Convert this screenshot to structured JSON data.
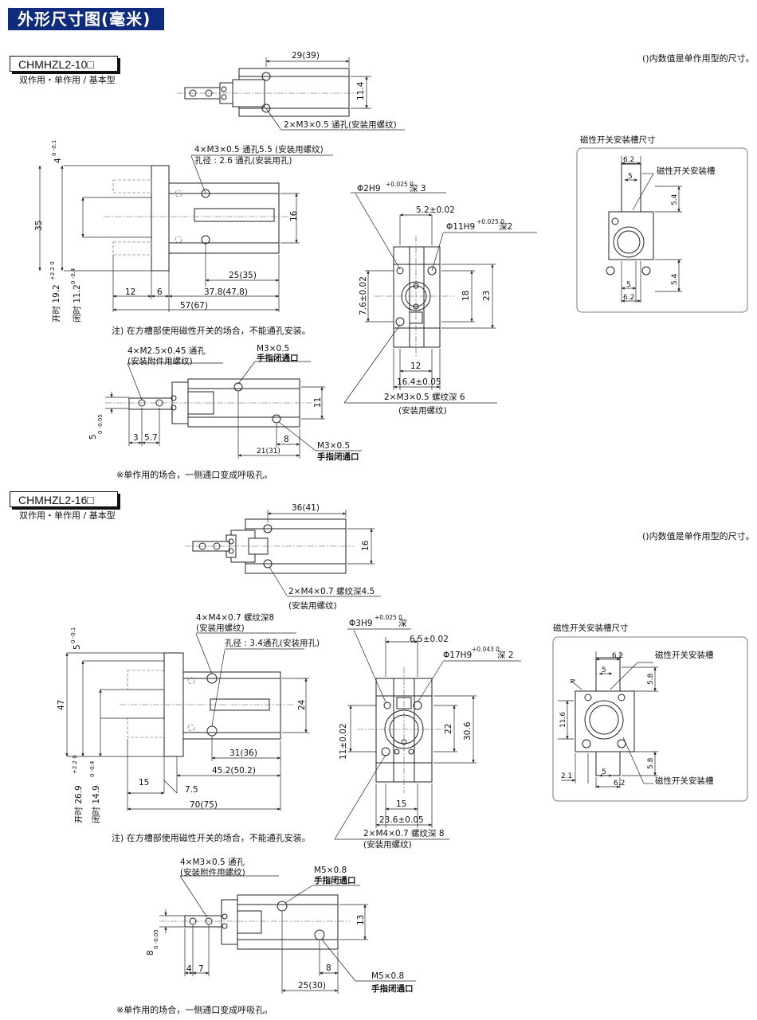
{
  "title": "外形尺寸图(毫米)",
  "note_single_acting": "()内数值是单作用型的尺寸。",
  "section1": {
    "model": "CHMHZL2-10□",
    "subtitle": "双作用・单作用 / 基本型",
    "top_view": {
      "dim_length": "29(39)",
      "dim_height": "11.4",
      "label_hole": "2×M3×0.5 通孔(安装用螺纹)"
    },
    "side_view": {
      "label_thread_line1": "4×M3×0.5 通孔5.5 (安装用螺纹)",
      "label_thread_line2": "孔径 : 2.6 通孔(安装用孔)",
      "dim_left_top": "4 -0.1",
      "dim_left_top_main": "4",
      "dim_left_top_tol": "0 -0.1",
      "dim_35": "35",
      "dim_16": "16",
      "dim_open": "开时 19.2",
      "dim_open_tol": "+2.2 0",
      "dim_closed": "闭时 11.2",
      "dim_closed_tol": "0 -0.4",
      "dim_25": "25(35)",
      "dim_12": "12",
      "dim_6": "6",
      "dim_378": "37.8(47.8)",
      "dim_57": "57(67)"
    },
    "note_magnet": "注) 在方槽部使用磁性开关的场合，不能通孔安装。",
    "end_view": {
      "label_pin": "Φ2H9",
      "label_pin_tol": "+0.025 0",
      "label_pin_depth": "深 3",
      "dim_52": "5.2±0.02",
      "label_bore": "Φ11H9",
      "label_bore_tol": "+0.025 0",
      "label_bore_depth": "深2",
      "dim_76": "7.6±0.02",
      "dim_18": "18",
      "dim_23": "23",
      "dim_12": "12",
      "dim_164": "16.4±0.05",
      "label_thread": "2×M3×0.5 螺纹深 6",
      "label_thread2": "(安装用螺纹)"
    },
    "groove": {
      "title": "磁性开关安装槽尺寸",
      "label": "磁性开关安装槽",
      "dim_62_top": "6.2",
      "dim_5_top": "5",
      "dim_54_top": "5.4",
      "dim_5_bot": "5",
      "dim_62_bot": "6.2",
      "dim_54_bot": "5.4"
    },
    "bottom_view": {
      "label_thread_line1": "4×M2.5×0.45 通孔",
      "label_thread_line2": "(安装附件用螺纹)",
      "label_port_top_line1": "M3×0.5",
      "label_port_top_line2": "手指闭通口",
      "dim_11": "11",
      "dim_5": "5",
      "dim_5_tol": "0 -0.05",
      "dim_3": "3",
      "dim_57": "5.7",
      "dim_8": "8",
      "dim_21": "21(31)",
      "label_port_bot_line1": "M3×0.5",
      "label_port_bot_line2": "手指闭通口"
    },
    "note_breather": "※单作用的场合，一侧通口变成呼吸孔。"
  },
  "section2": {
    "model": "CHMHZL2-16□",
    "subtitle": "双作用・单作用 / 基本型",
    "top_view": {
      "dim_length": "36(41)",
      "dim_height": "16",
      "label_hole_line1": "2×M4×0.7 螺纹深4.5",
      "label_hole_line2": "(安装用螺纹)"
    },
    "side_view": {
      "label_thread_line1": "4×M4×0.7 螺纹深8",
      "label_thread_line2": "(安装用螺纹)",
      "label_thread_line3": "孔径 : 3.4通孔(安装用孔)",
      "dim_left_top_main": "5",
      "dim_left_top_tol": "0 -0.1",
      "dim_47": "47",
      "dim_24": "24",
      "dim_open": "开时 26.9",
      "dim_open_tol": "+2.2 0",
      "dim_closed": "闭时 14.9",
      "dim_closed_tol": "0 -0.4",
      "dim_31": "31(36)",
      "dim_452": "45.2(50.2)",
      "dim_15": "15",
      "dim_75": "7.5",
      "dim_70": "70(75)"
    },
    "note_magnet": "注) 在方槽部使用磁性开关的场合，不能通孔安装。",
    "end_view": {
      "label_pin": "Φ3H9",
      "label_pin_tol": "+0.025 0",
      "label_pin_depth": "深",
      "dim_65": "6.5±0.02",
      "label_bore": "Φ17H9",
      "label_bore_tol": "+0.043 0",
      "label_bore_depth": "深 2",
      "dim_11": "11±0.02",
      "dim_22": "22",
      "dim_306": "30.6",
      "dim_15": "15",
      "dim_236": "23.6±0.05",
      "label_thread": "2×M4×0.7  螺纹深 8",
      "label_thread2": "(安装用螺纹)"
    },
    "groove": {
      "title": "磁性开关安装槽尺寸",
      "label_top": "磁性开关安装槽",
      "label_bot": "磁性开关安装槽",
      "dim_62_top": "6.2",
      "dim_5_top": "5",
      "dim_58_top": "5.8",
      "dim_4": "4",
      "dim_116": "11.6",
      "dim_58_bot": "5.8",
      "dim_21": "2.1",
      "dim_5_bot": "5",
      "dim_62_bot": "6.2"
    },
    "bottom_view": {
      "label_thread_line1": "4×M3×0.5 通孔",
      "label_thread_line2": "(安装附件用螺纹)",
      "label_port_top_line1": "M5×0.8",
      "label_port_top_line2": "手指闭通口",
      "dim_13": "13",
      "dim_8": "8",
      "dim_8_tol": "0 -0.05",
      "dim_4": "4",
      "dim_7": "7",
      "dim_8b": "8",
      "dim_25": "25(30)",
      "label_port_bot_line1": "M5×0.8",
      "label_port_bot_line2": "手指闭通口"
    },
    "note_breather": "※单作用的场合，一侧通口变成呼吸孔。"
  }
}
